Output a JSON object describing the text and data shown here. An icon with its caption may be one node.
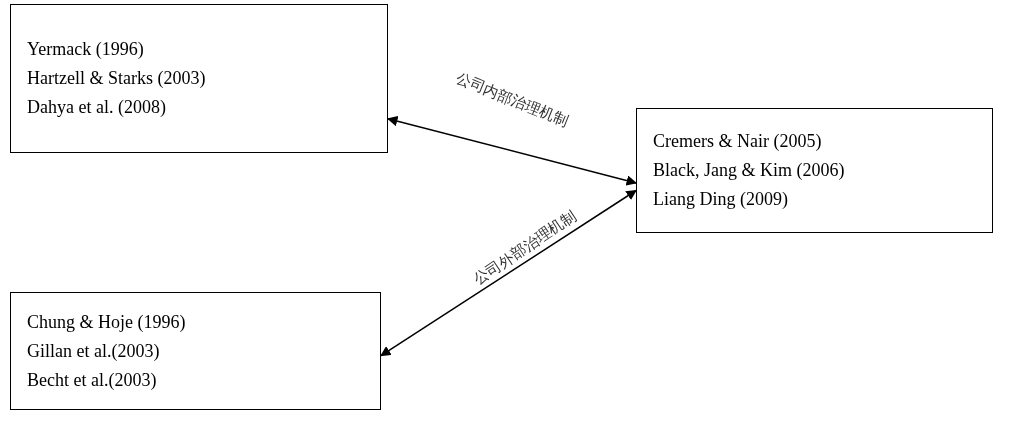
{
  "diagram": {
    "nodes": [
      {
        "text": [
          "Yermack (1996)",
          "Hartzell & Starks (2003)",
          "Dahya et al. (2008)"
        ]
      },
      {
        "text": [
          "Cremers & Nair (2005)",
          "Black, Jang & Kim (2006)",
          "Liang Ding (2009)"
        ]
      },
      {
        "text": [
          "Chung & Hoje (1996)",
          "Gillan et al.(2003)",
          "Becht et al.(2003)"
        ]
      }
    ],
    "edges": [
      {
        "from": 0,
        "to": 1,
        "arrow": "both",
        "label": "公司内部治理机制"
      },
      {
        "from": 2,
        "to": 1,
        "arrow": "both",
        "label": "公司外部治理机制"
      }
    ]
  }
}
